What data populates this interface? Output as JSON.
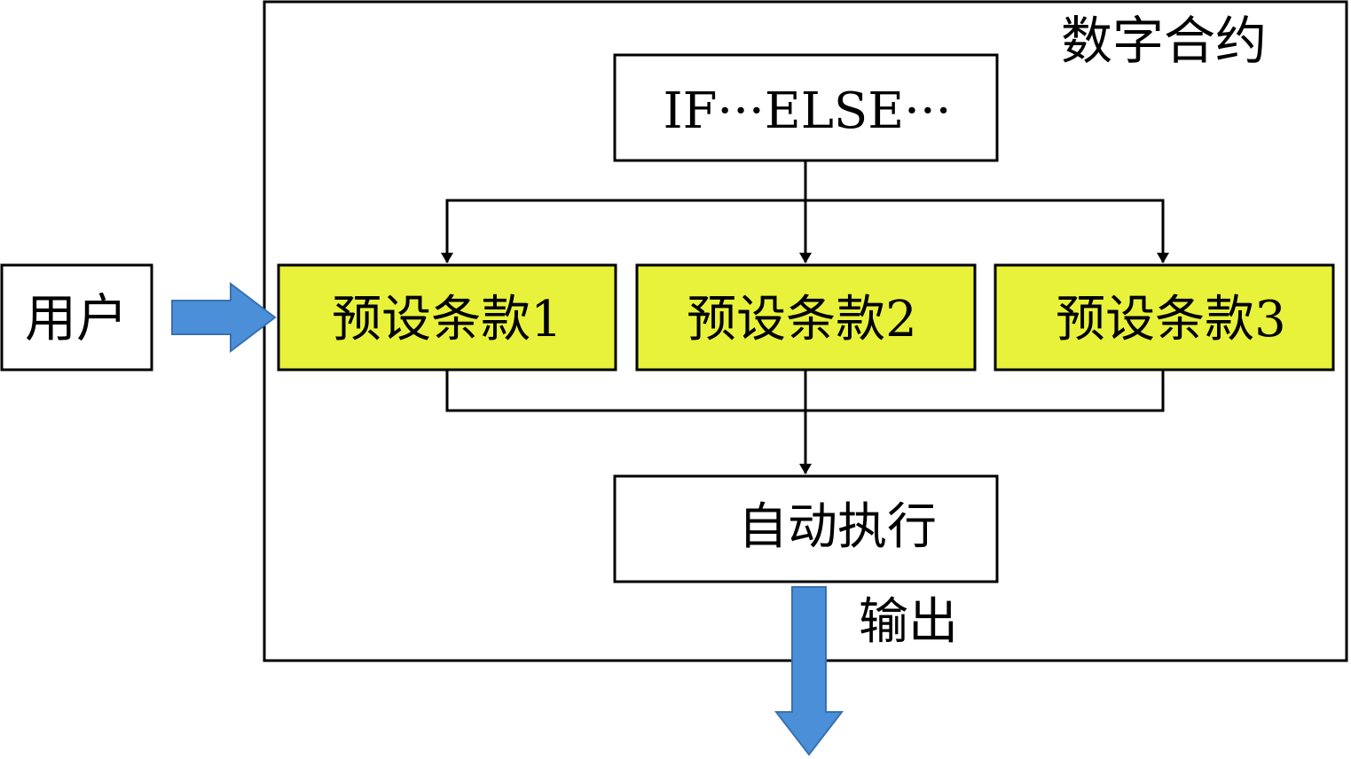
{
  "diagram": {
    "container_title": "数字合约",
    "condition_label": "IF···ELSE···",
    "user_label": "用户",
    "clauses": [
      {
        "label": "预设条款1"
      },
      {
        "label": "预设条款2"
      },
      {
        "label": "预设条款3"
      }
    ],
    "execute_label": "自动执行",
    "output_label": "输出"
  },
  "colors": {
    "clause_fill": "#e8f23a",
    "arrow_fill": "#4a8fd8",
    "arrow_stroke": "#3a70b0",
    "line": "#000000",
    "background": "#ffffff"
  }
}
